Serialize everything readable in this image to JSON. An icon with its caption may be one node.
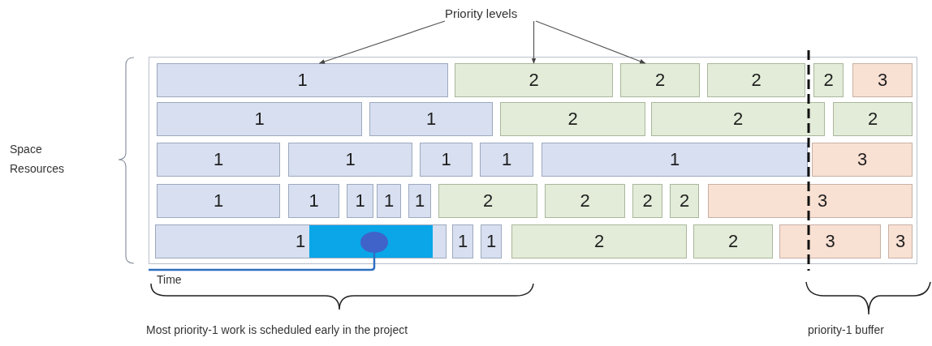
{
  "diagram": {
    "nodes": [
      {
        "text": [
          "Priority levels"
        ]
      },
      {
        "text": [],
        "shape": "box"
      },
      {
        "text": [
          "1"
        ],
        "in": 1
      },
      {
        "text": [
          "2"
        ],
        "in": 1
      },
      {
        "text": [
          "2"
        ],
        "in": 1
      },
      {
        "text": [
          "2"
        ],
        "in": 1
      },
      {
        "text": [
          "2"
        ],
        "in": 1
      },
      {
        "text": [
          "3"
        ],
        "in": 1
      },
      {
        "text": [
          "1"
        ],
        "in": 1
      },
      {
        "text": [
          "1"
        ],
        "in": 1
      },
      {
        "text": [
          "2"
        ],
        "in": 1
      },
      {
        "text": [
          "2"
        ],
        "in": 1
      },
      {
        "text": [
          "2"
        ],
        "in": 1
      },
      {
        "text": [
          "1"
        ],
        "in": 1
      },
      {
        "text": [
          "1"
        ],
        "in": 1
      },
      {
        "text": [
          "1"
        ],
        "in": 1
      },
      {
        "text": [
          "1"
        ],
        "in": 1
      },
      {
        "text": [
          "1"
        ],
        "in": 1
      },
      {
        "text": [
          "3"
        ],
        "in": 1
      },
      {
        "text": [
          "1"
        ],
        "in": 1
      },
      {
        "text": [
          "1"
        ],
        "in": 1
      },
      {
        "text": [
          "1"
        ],
        "in": 1
      },
      {
        "text": [
          "1"
        ],
        "in": 1
      },
      {
        "text": [
          "1"
        ],
        "in": 1
      },
      {
        "text": [
          "2"
        ],
        "in": 1
      },
      {
        "text": [
          "2"
        ],
        "in": 1
      },
      {
        "text": [
          "2"
        ],
        "in": 1
      },
      {
        "text": [
          "2"
        ],
        "in": 1
      },
      {
        "text": [
          "3"
        ],
        "in": 1
      },
      {
        "text": [
          "1"
        ],
        "in": 1
      },
      {
        "text": [
          "1"
        ],
        "in": 1
      },
      {
        "text": [
          "1"
        ],
        "in": 1
      },
      {
        "text": [
          "2"
        ],
        "in": 1
      },
      {
        "text": [
          "2"
        ],
        "in": 1
      },
      {
        "text": [
          "3"
        ],
        "in": 1
      },
      {
        "text": [
          "3"
        ],
        "in": 1
      }
    ],
    "edges": [
      {
        "from": 0,
        "to": 2,
        "arrow": "to"
      },
      {
        "from": 0,
        "to": 3,
        "arrow": "to"
      },
      {
        "from": 0,
        "to": 4,
        "arrow": "to"
      }
    ],
    "labels": [
      "Space Resources",
      "Time",
      "Most priority-1 work is scheduled early in the project",
      "priority-1 buffer"
    ]
  }
}
